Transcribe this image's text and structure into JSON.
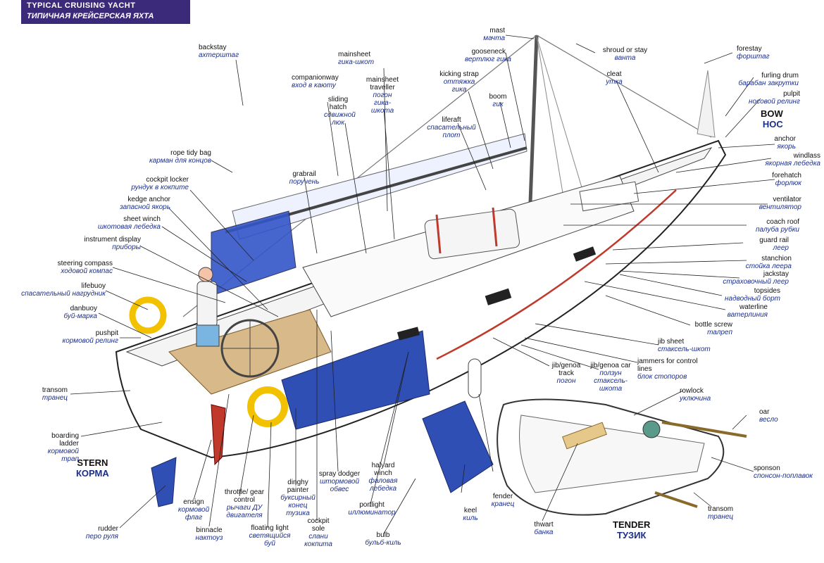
{
  "title": {
    "en": "TYPICAL CRUISING YACHT",
    "ru": "ТИПИЧНАЯ КРЕЙСЕРСКАЯ ЯХТА"
  },
  "regions": {
    "bow": {
      "en": "BOW",
      "ru": "НОС"
    },
    "stern": {
      "en": "STERN",
      "ru": "КОРМА"
    },
    "tender": {
      "en": "TENDER",
      "ru": "ТУЗИК"
    }
  },
  "labels": {
    "backstay": {
      "en": "backstay",
      "ru": "ахтерштаг"
    },
    "companionway": {
      "en": "companionway",
      "ru": "вход в каюту"
    },
    "mainsheet": {
      "en": "mainsheet",
      "ru": "гика-шкот"
    },
    "mainsheet_traveller": {
      "en": "mainsheet traveller",
      "ru": "погон гика-шкота"
    },
    "sliding_hatch": {
      "en": "sliding hatch",
      "ru": "сдвижной люк"
    },
    "mast": {
      "en": "mast",
      "ru": "мачта"
    },
    "gooseneck": {
      "en": "gooseneck",
      "ru": "вертлюг гика"
    },
    "kicking_strap": {
      "en": "kicking strap",
      "ru": "оттяжка гика"
    },
    "boom": {
      "en": "boom",
      "ru": "гик"
    },
    "shroud": {
      "en": "shroud or stay",
      "ru": "ванта"
    },
    "forestay": {
      "en": "forestay",
      "ru": "форштаг"
    },
    "cleat": {
      "en": "cleat",
      "ru": "утка"
    },
    "furling_drum": {
      "en": "furling drum",
      "ru": "барабан закрутки"
    },
    "pulpit": {
      "en": "pulpit",
      "ru": "носовой релинг"
    },
    "anchor": {
      "en": "anchor",
      "ru": "якорь"
    },
    "windlass": {
      "en": "windlass",
      "ru": "якорная лебедка"
    },
    "forehatch": {
      "en": "forehatch",
      "ru": "форлюк"
    },
    "ventilator": {
      "en": "ventilator",
      "ru": "вентилятор"
    },
    "coach_roof": {
      "en": "coach roof",
      "ru": "палуба рубки"
    },
    "guard_rail": {
      "en": "guard rail",
      "ru": "леер"
    },
    "stanchion": {
      "en": "stanchion",
      "ru": "стойка леера"
    },
    "jackstay": {
      "en": "jackstay",
      "ru": "страховочный леер"
    },
    "topsides": {
      "en": "topsides",
      "ru": "надводный борт"
    },
    "waterline": {
      "en": "waterline",
      "ru": "ватерлиния"
    },
    "bottle_screw": {
      "en": "bottle screw",
      "ru": "талреп"
    },
    "liferaft": {
      "en": "liferaft",
      "ru": "спасательный плот"
    },
    "rope_tidy_bag": {
      "en": "rope tidy bag",
      "ru": "карман для концов"
    },
    "grabrail": {
      "en": "grabrail",
      "ru": "поручень"
    },
    "cockpit_locker": {
      "en": "cockpit locker",
      "ru": "рундук в кокпите"
    },
    "kedge_anchor": {
      "en": "kedge anchor",
      "ru": "запасной якорь"
    },
    "sheet_winch": {
      "en": "sheet winch",
      "ru": "шкотовая лебедка"
    },
    "instrument_display": {
      "en": "instrument display",
      "ru": "приборы"
    },
    "steering_compass": {
      "en": "steering compass",
      "ru": "ходовой компас"
    },
    "lifebuoy": {
      "en": "lifebuoy",
      "ru": "спасательный нагрудник"
    },
    "danbuoy": {
      "en": "danbuoy",
      "ru": "буй-марка"
    },
    "pushpit": {
      "en": "pushpit",
      "ru": "кормовой релинг"
    },
    "transom": {
      "en": "transom",
      "ru": "транец"
    },
    "boarding_ladder": {
      "en": "boarding ladder",
      "ru": "кормовой трап"
    },
    "rudder": {
      "en": "rudder",
      "ru": "перо руля"
    },
    "ensign": {
      "en": "ensign",
      "ru": "кормовой флаг"
    },
    "binnacle": {
      "en": "binnacle",
      "ru": "нактоуз"
    },
    "throttle": {
      "en": "throttle/ gear control",
      "ru": "рычаги ДУ двигателя"
    },
    "floating_light": {
      "en": "floating light",
      "ru": "светящийся буй"
    },
    "dinghy_painter": {
      "en": "dinghy painter",
      "ru": "буксирный конец тузика"
    },
    "cockpit_sole": {
      "en": "cockpit sole",
      "ru": "слани кокпита"
    },
    "spray_dodger": {
      "en": "spray dodger",
      "ru": "штормовой обвес"
    },
    "portlight": {
      "en": "portlight",
      "ru": "иллюминатор"
    },
    "halyard_winch": {
      "en": "halyard winch",
      "ru": "фаловая лебедка"
    },
    "bulb": {
      "en": "bulb",
      "ru": "бульб-киль"
    },
    "keel": {
      "en": "keel",
      "ru": "киль"
    },
    "fender": {
      "en": "fender",
      "ru": "кранец"
    },
    "jib_track": {
      "en": "jib/genoa track",
      "ru": "погон"
    },
    "jib_car": {
      "en": "jib/genoa car",
      "ru": "ползун стаксель-шкота"
    },
    "jammers": {
      "en": "jammers for control lines",
      "ru": "блок стопоров"
    },
    "jib_sheet": {
      "en": "jib sheet",
      "ru": "стаксель-шкот"
    },
    "rowlock": {
      "en": "rowlock",
      "ru": "уключина"
    },
    "oar": {
      "en": "oar",
      "ru": "весло"
    },
    "sponson": {
      "en": "sponson",
      "ru": "спонсон-поплавок"
    },
    "tender_transom": {
      "en": "transom",
      "ru": "транец"
    },
    "thwart": {
      "en": "thwart",
      "ru": "банка"
    }
  },
  "colors": {
    "title_bg": "#3b2a7a",
    "hull_blue": "#2f4fb5",
    "ru_text": "#1a2e8c",
    "line": "#222222"
  }
}
